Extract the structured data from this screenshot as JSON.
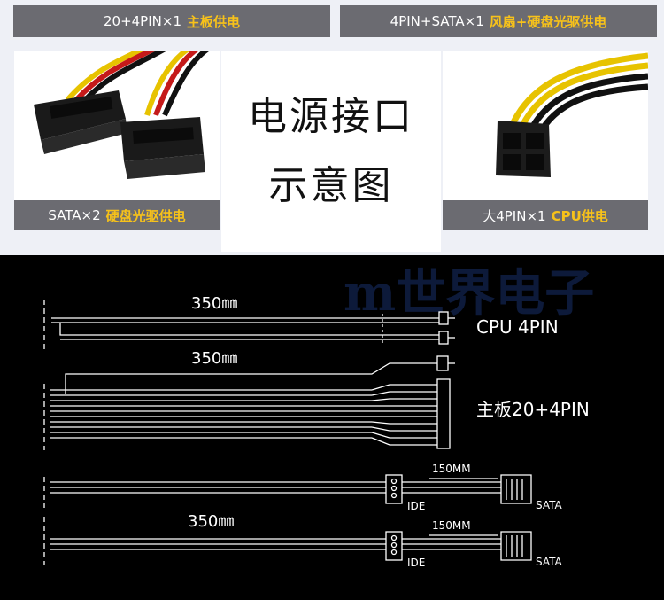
{
  "top": {
    "bar_mb": {
      "text": "20+4PIN×1",
      "highlight": "主板供电"
    },
    "bar_fan": {
      "text": "4PIN+SATA×1",
      "highlight": "风扇+硬盘光驱供电"
    },
    "bar_sata": {
      "text": "SATA×2",
      "highlight": "硬盘光驱供电"
    },
    "bar_cpu": {
      "text": "大4PIN×1",
      "highlight": "CPU供电"
    },
    "title_line1": "电源接口",
    "title_line2": "示意图"
  },
  "diagram": {
    "watermark": "m世界电子",
    "len_1": "350㎜",
    "len_2": "350㎜",
    "len_3": "350㎜",
    "len_150_a": "150MM",
    "len_150_b": "150MM",
    "label_cpu": "CPU 4PIN",
    "label_mb": "主板20+4PIN",
    "label_ide_a": "IDE",
    "label_ide_b": "IDE",
    "label_sata_a": "SATA",
    "label_sata_b": "SATA"
  },
  "colors": {
    "accent": "#f7c21a",
    "bar_bg": "#6b6b71",
    "page_bg": "#eef0f6",
    "diagram_bg": "#000000",
    "wire_white": "#ffffff"
  }
}
